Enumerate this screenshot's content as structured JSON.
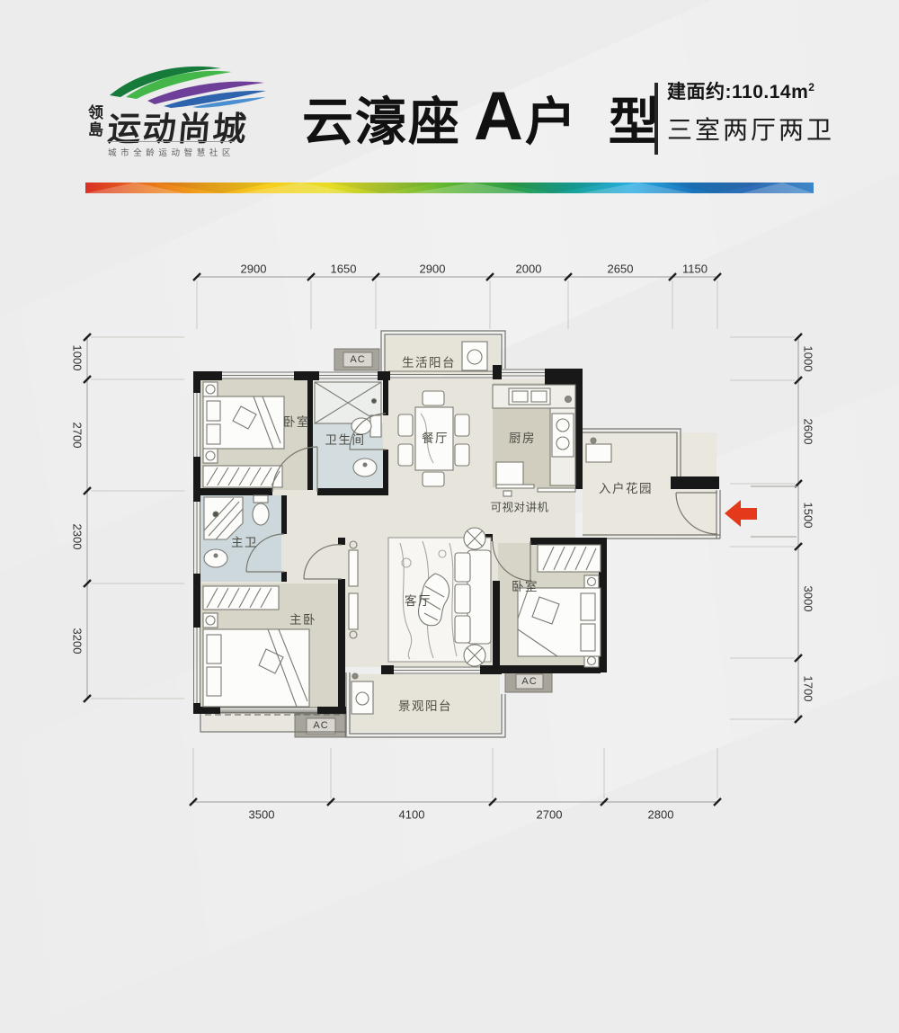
{
  "header": {
    "logo": {
      "seal": "领島",
      "brand": "运动尚城",
      "tagline": "城市全龄运动智慧社区"
    },
    "title": {
      "building": "云濠座",
      "unit_letter": "A",
      "unit_suffix": "户 型"
    },
    "spec": {
      "area_label": "建面约:110.14m",
      "area_sup": "2",
      "layout_label": "三室两厅两卫"
    }
  },
  "palette": {
    "bar_colors": [
      "#d93025",
      "#e8711a",
      "#f2a71b",
      "#f6cf1d",
      "#e8dc22",
      "#a8c832",
      "#5cb531",
      "#2e9e44",
      "#17a398",
      "#29abe2",
      "#1b75bc",
      "#2f6db5",
      "#3f87c9"
    ],
    "arrow_red": "#e5391c",
    "wall_black": "#181818",
    "bath_blue": "#ccd8db",
    "room_tan": "#d7d4c8"
  },
  "plan": {
    "rooms": {
      "bedroom1": "卧室",
      "bathroom": "卫生间",
      "living_balcony": "生活阳台",
      "dining": "餐厅",
      "kitchen": "厨房",
      "intercom": "可视对讲机",
      "entry_garden": "入户花园",
      "master_bath": "主卫",
      "master_bedroom": "主卧",
      "living_room": "客厅",
      "bedroom2": "卧室",
      "view_balcony": "景观阳台",
      "ac": "AC"
    },
    "dims": {
      "top": [
        "2900",
        "1650",
        "2900",
        "2000",
        "2650",
        "1150"
      ],
      "bottom": [
        "3500",
        "4100",
        "2700",
        "2800"
      ],
      "left": [
        "1000",
        "2700",
        "2300",
        "3200"
      ],
      "right": [
        "1000",
        "2600",
        "1500",
        "3000",
        "1700"
      ]
    }
  }
}
